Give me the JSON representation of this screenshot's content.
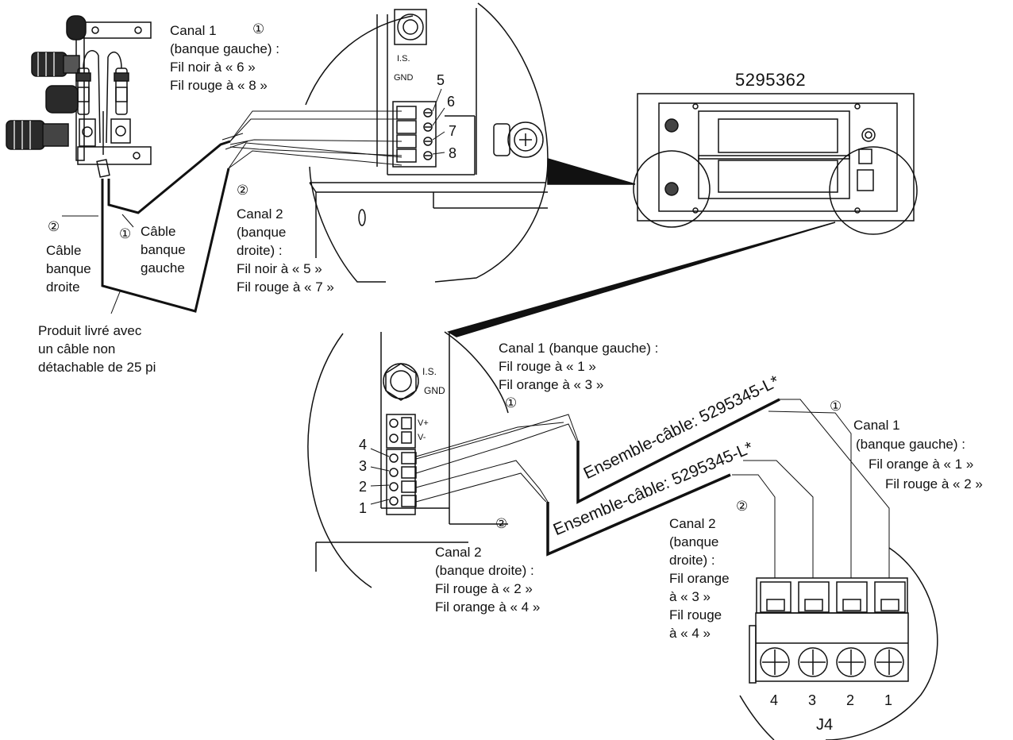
{
  "part_number": "5295362",
  "top_left": {
    "ch1": {
      "marker": "①",
      "lines": [
        "Canal 1",
        "(banque gauche) :",
        "Fil noir à « 6 »",
        "Fil rouge à « 8 »"
      ]
    },
    "ch2": {
      "marker": "②",
      "lines": [
        "Canal 2",
        "(banque",
        "droite) :",
        "Fil noir à « 5 »",
        "Fil rouge à « 7 »"
      ]
    },
    "cable_left": {
      "marker": "②",
      "lines": [
        "Câble",
        "banque",
        "droite"
      ]
    },
    "cable_right": {
      "marker": "①",
      "lines": [
        "Câble",
        "banque",
        "gauche"
      ]
    },
    "product_note": [
      "Produit livré avec",
      "un câble non",
      "détachable de 25 pi"
    ],
    "terminal_pins": [
      "5",
      "6",
      "7",
      "8"
    ],
    "panel_text": [
      "I.S.",
      "GND"
    ]
  },
  "bottom": {
    "ch1_left": {
      "marker": "①",
      "lines": [
        "Canal 1 (banque gauche) :",
        "Fil rouge à « 1 »",
        "Fil orange à « 3 »"
      ]
    },
    "ch2_left": {
      "marker": "②",
      "lines": [
        "Canal 2",
        "(banque droite) :",
        "Fil rouge à « 2 »",
        "Fil orange à « 4 »"
      ]
    },
    "ch1_right": {
      "marker": "①",
      "lines": [
        "Canal 1",
        "(banque gauche) :",
        "Fil orange à « 1 »",
        "Fil rouge à « 2 »"
      ]
    },
    "ch2_right": {
      "marker": "②",
      "lines": [
        "Canal 2",
        "(banque",
        "droite) :",
        "Fil orange",
        "à « 3 »",
        "Fil rouge",
        "à « 4 »"
      ]
    },
    "cable_assembly_1": "Ensemble-câble: 5295345-L*",
    "cable_assembly_2": "Ensemble-câble: 5295345-L*",
    "terminal_pins": [
      "4",
      "3",
      "2",
      "1"
    ],
    "panel_text": [
      "I.S.",
      "GND",
      "V+",
      "V-"
    ],
    "j4_pins": [
      "4",
      "3",
      "2",
      "1"
    ],
    "j4_label": "J4"
  }
}
